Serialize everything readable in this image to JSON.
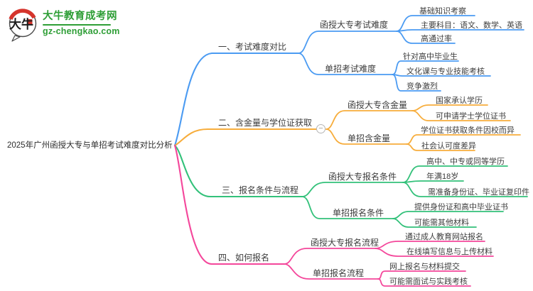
{
  "site": {
    "name": "大牛教育成考网",
    "url": "gz-chengkao.com",
    "logo_glyph": "大牛"
  },
  "colors": {
    "blue": "#4b9bf2",
    "orange": "#f7ad3c",
    "green": "#33c17a",
    "pink": "#f4479b",
    "text": "#3c3c3c",
    "brand_green": "#2e9e36",
    "logo_red": "#d5342c"
  },
  "icons": {
    "collapse_minus": "−"
  },
  "root": {
    "label": "2025年广州函授大专与单招考试难度对比分析"
  },
  "branches": [
    {
      "label": "一、考试难度对比",
      "color": "#4b9bf2",
      "children": [
        {
          "label": "函授大专考试难度",
          "children": [
            {
              "label": "基础知识考察"
            },
            {
              "label": "主要科目：语文、数学、英语"
            },
            {
              "label": "高通过率"
            }
          ]
        },
        {
          "label": "单招考试难度",
          "children": [
            {
              "label": "针对高中毕业生"
            },
            {
              "label": "文化课与专业技能考核"
            },
            {
              "label": "竞争激烈"
            }
          ]
        }
      ]
    },
    {
      "label": "二、含金量与学位证获取",
      "color": "#f7ad3c",
      "children": [
        {
          "label": "函授大专含金量",
          "children": [
            {
              "label": "国家承认学历"
            },
            {
              "label": "可申请学士学位证书"
            }
          ]
        },
        {
          "label": "单招含金量",
          "children": [
            {
              "label": "学位证书获取条件因校而异"
            },
            {
              "label": "社会认可度差异"
            }
          ]
        }
      ]
    },
    {
      "label": "三、报名条件与流程",
      "color": "#33c17a",
      "children": [
        {
          "label": "函授大专报名条件",
          "children": [
            {
              "label": "高中、中专或同等学历"
            },
            {
              "label": "年满18岁"
            },
            {
              "label": "需准备身份证、毕业证复印件"
            }
          ]
        },
        {
          "label": "单招报名条件",
          "children": [
            {
              "label": "提供身份证和高中毕业证书"
            },
            {
              "label": "可能需其他材料"
            }
          ]
        }
      ]
    },
    {
      "label": "四、如何报名",
      "color": "#f4479b",
      "children": [
        {
          "label": "函授大专报名流程",
          "children": [
            {
              "label": "通过成人教育网站报名"
            },
            {
              "label": "在线填写信息与上传材料"
            }
          ]
        },
        {
          "label": "单招报名流程",
          "children": [
            {
              "label": "网上报名与材料提交"
            },
            {
              "label": "可能需面试与实践考核"
            }
          ]
        }
      ]
    }
  ]
}
